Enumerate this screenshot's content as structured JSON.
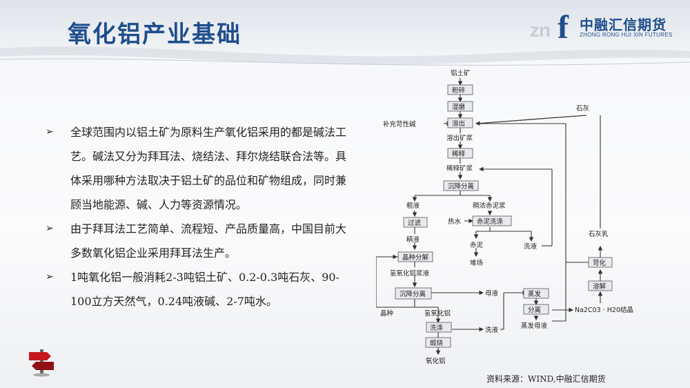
{
  "header": {
    "title": "氧化铝产业基础"
  },
  "logo": {
    "mark": "zn",
    "letter": "f",
    "name_cn": "中融汇信期货",
    "name_en": "ZHONG RONG HUI XIN FUTURES"
  },
  "bullets": [
    "全球范围内以铝土矿为原料生产氧化铝采用的都是碱法工艺。碱法又分为拜耳法、烧结法、拜尔烧结联合法等。具体采用哪种方法取决于铝土矿的品位和矿物组成，同时兼顾当地能源、碱、人力等资源情况。",
    "由于拜耳法工艺简单、流程短、产品质量高，中国目前大多数氧化铝企业采用拜耳法生产。",
    "1吨氧化铝一般消耗2-3吨铝土矿、0.2-0.3吨石灰、90-100立方天然气，0.24吨液碱、2-7吨水。"
  ],
  "bullet_marker": "➢",
  "flowchart": {
    "nodes": {
      "bauxite": "铝土矿",
      "crush": "粉碎",
      "wet_grind": "湿磨",
      "digest": "溶出",
      "digest_slurry": "溶出矿浆",
      "dilute": "稀释",
      "dilute_slurry": "稀释矿浆",
      "settle": "沉降分离",
      "crude_liquor": "粗液",
      "filter": "过滤",
      "fine_liquor": "精液",
      "seed_decomp": "晶种分解",
      "hydroxide_slurry": "氢氧化铝浆液",
      "settle2": "沉降分离",
      "seed": "晶种",
      "hydroxide": "氢氧化铝",
      "wash": "洗涤",
      "calcine": "煅烧",
      "alumina": "氧化铝",
      "red_mud_slurry": "稠浓赤泥浆",
      "hot_water": "热水",
      "red_mud_wash": "赤泥洗涤",
      "red_mud": "赤泥",
      "yard": "堆场",
      "wash_liquor1": "洗液",
      "mother_liquor": "母液",
      "wash_liquor2": "洗液",
      "evaporate": "蒸发",
      "separate": "分离",
      "evap_mother": "蒸发母液",
      "soda_crystal": "Na2C03 · H20结晶",
      "dissolve": "溶解",
      "causticize": "苛化",
      "lime_milk": "石灰乳",
      "lime": "石灰",
      "caustic_make_up": "补充苛性碱"
    }
  },
  "footer": {
    "source": "资料来源：WIND,中融汇信期货"
  },
  "colors": {
    "title": "#1f4e8c",
    "accent_red": "#c8171e",
    "node_fill": "#e8eaed",
    "line": "#333333"
  }
}
